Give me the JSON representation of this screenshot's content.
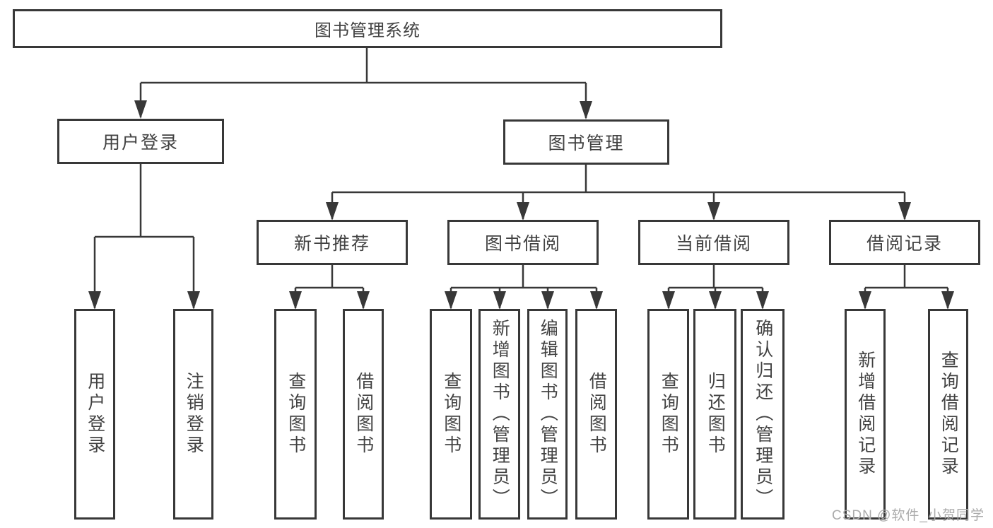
{
  "nodes": {
    "root": "图书管理系统",
    "user_login": {
      "label": "用户登录",
      "children": [
        "用户登录",
        "注销登录"
      ]
    },
    "book_mgmt": {
      "label": "图书管理",
      "sections": [
        {
          "label": "新书推荐",
          "children": [
            "查询图书",
            "借阅图书"
          ]
        },
        {
          "label": "图书借阅",
          "children": [
            "查询图书",
            "新增图书（管理员）",
            "编辑图书（管理员）",
            "借阅图书"
          ]
        },
        {
          "label": "当前借阅",
          "children": [
            "查询图书",
            "归还图书",
            "确认归还（管理员）"
          ]
        },
        {
          "label": "借阅记录",
          "children": [
            "新增借阅记录",
            "查询借阅记录"
          ]
        }
      ]
    }
  },
  "watermark": "CSDN @软件_小贺同学",
  "colors": {
    "line": "#383838",
    "text": "#424242",
    "watermark": "#ababab",
    "background": "#ffffff"
  }
}
